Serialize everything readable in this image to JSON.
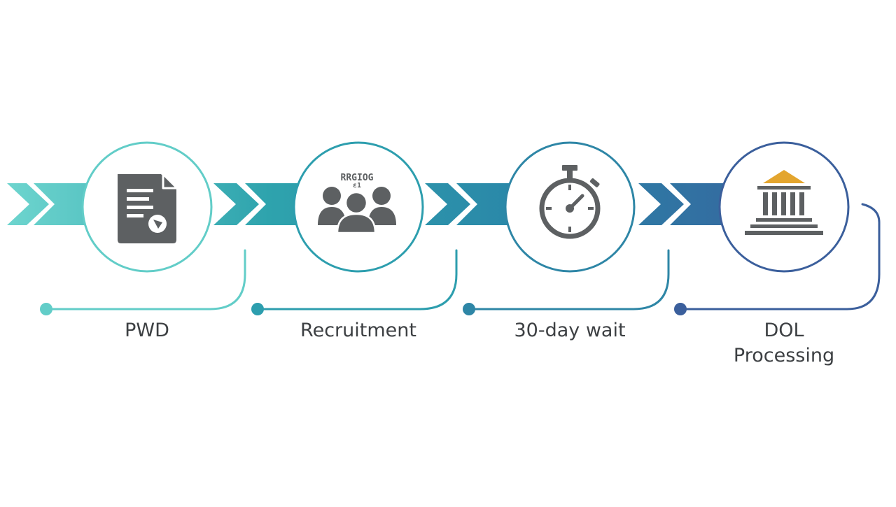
{
  "steps": [
    {
      "id": "pwd",
      "label_lines": [
        "PWD"
      ],
      "icon": "document-check-icon",
      "color": "#62cdc8"
    },
    {
      "id": "recruitment",
      "label_lines": [
        "Recruitment"
      ],
      "icon": "people-group-icon",
      "icon_text": "RRGIOG",
      "icon_subtext": "ɛ1",
      "color": "#2d9eae"
    },
    {
      "id": "wait",
      "label_lines": [
        "30-day wait"
      ],
      "icon": "stopwatch-icon",
      "color": "#2e86a6"
    },
    {
      "id": "dol",
      "label_lines": [
        "DOL",
        "Processing"
      ],
      "icon": "government-building-icon",
      "color": "#3b5f9c"
    }
  ],
  "colors": {
    "icon_gray": "#5d6062",
    "roof_gold": "#e3a52e",
    "text": "#3d4043"
  }
}
